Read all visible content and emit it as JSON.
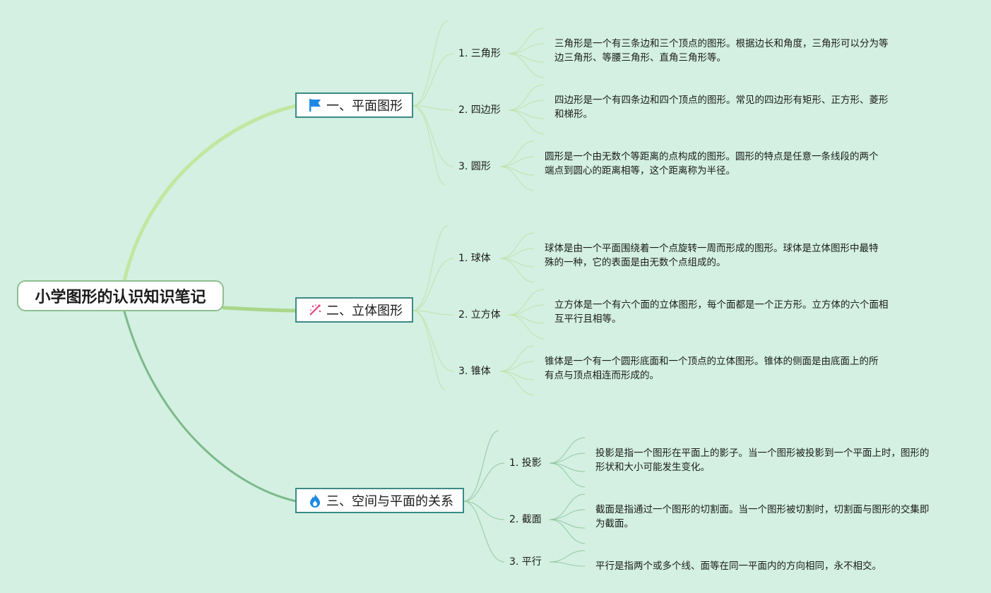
{
  "root": {
    "title": "小学图形的认识知识笔记"
  },
  "branches": [
    {
      "title": "一、平面图形",
      "icon": "flag-icon",
      "topics": [
        {
          "label": "1. 三角形",
          "desc": [
            "三角形是一个有三条边和三个顶点的图形。根据边长和角度，三角形可以分为等",
            "边三角形、等腰三角形、直角三角形等。"
          ]
        },
        {
          "label": "2. 四边形",
          "desc": [
            "四边形是一个有四条边和四个顶点的图形。常见的四边形有矩形、正方形、菱形",
            "和梯形。"
          ]
        },
        {
          "label": "3. 圆形",
          "desc": [
            "圆形是一个由无数个等距离的点构成的图形。圆形的特点是任意一条线段的两个",
            "端点到圆心的距离相等，这个距离称为半径。"
          ]
        }
      ]
    },
    {
      "title": "二、立体图形",
      "icon": "sparkle-icon",
      "topics": [
        {
          "label": "1. 球体",
          "desc": [
            "球体是由一个平面围绕着一个点旋转一周而形成的图形。球体是立体图形中最特",
            "殊的一种，它的表面是由无数个点组成的。"
          ]
        },
        {
          "label": "2. 立方体",
          "desc": [
            "立方体是一个有六个面的立体图形，每个面都是一个正方形。立方体的六个面相",
            "互平行且相等。"
          ]
        },
        {
          "label": "3. 锥体",
          "desc": [
            "锥体是一个有一个圆形底面和一个顶点的立体图形。锥体的侧面是由底面上的所",
            "有点与顶点相连而形成的。"
          ]
        }
      ]
    },
    {
      "title": "三、空间与平面的关系",
      "icon": "fire-icon",
      "topics": [
        {
          "label": "1. 投影",
          "desc": [
            "投影是指一个图形在平面上的影子。当一个图形被投影到一个平面上时，图形的",
            "形状和大小可能发生变化。"
          ]
        },
        {
          "label": "2. 截面",
          "desc": [
            "截面是指通过一个图形的切割面。当一个图形被切割时，切割面与图形的交集即",
            "为截面。"
          ]
        },
        {
          "label": "3. 平行",
          "desc": [
            "平行是指两个或多个线、面等在同一平面内的方向相同，永不相交。"
          ]
        }
      ]
    }
  ],
  "colors": {
    "background": "#d3f0e2",
    "branch_line_1": "#c2e6a0",
    "branch_line_2": "#a9d68a",
    "branch_line_3": "#7cb98a",
    "branch_border": "#3c8a86"
  }
}
